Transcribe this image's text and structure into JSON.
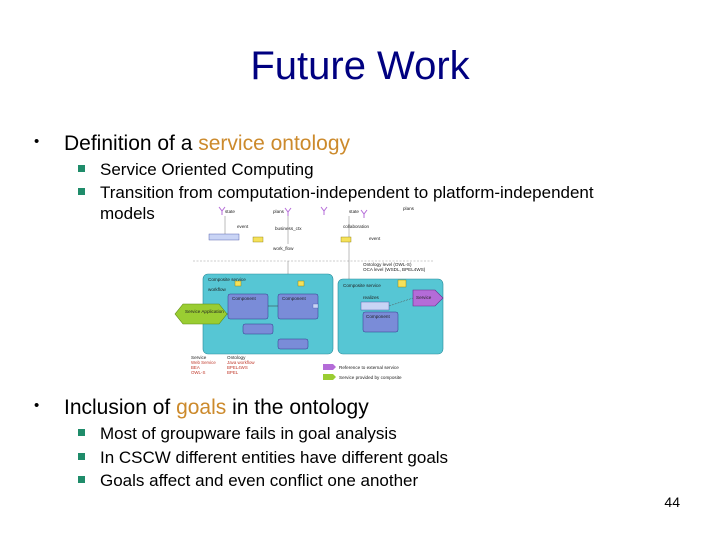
{
  "slide": {
    "title": "Future Work",
    "bullet1": {
      "prefix": "Definition of a ",
      "highlight": "service ontology",
      "subs": [
        "Service Oriented Computing",
        "Transition from computation-independent to platform-independent",
        "models"
      ]
    },
    "bullet2": {
      "prefix": "Inclusion of ",
      "highlight": "goals",
      "suffix": " in the ontology",
      "subs": [
        "Most of groupware fails in goal analysis",
        "In CSCW different entities have different goals",
        "Goals affect and even conflict one another"
      ]
    },
    "page_number": "44"
  },
  "diagram": {
    "labels": {
      "plans": "plans",
      "state": "state",
      "business_ctx": "business_ctx",
      "collaboration": "collaboration",
      "event": "event",
      "work_flow": "work_flow",
      "onto_owl": "Ontology level (OWL-S)",
      "owl_lvl": "OCA level (WSDL, BPEL4WS)",
      "left_box": "Composite service",
      "right_box": "Composite service",
      "component": "Component",
      "workflow": "workflow",
      "realizes": "realizes",
      "service": "Service",
      "green_node": "Service Application",
      "legend1_title": "Service",
      "legend1_items": [
        "Web Service",
        "BEA",
        "OWL-S"
      ],
      "legend2_title": "Ontology",
      "legend2_items": [
        "Java workflow",
        "BPEL4WS",
        "BPEL"
      ],
      "key1": "Reference to external service",
      "key2": "Service provided by composite"
    }
  },
  "colors": {
    "title": "#000080",
    "accent": "#cc8a2c",
    "sub_bullet": "#1f8c6a",
    "panel": "#56c6d4",
    "box_blue": "#7a8cd8",
    "green": "#9acd32",
    "link_purple": "#b46cd8"
  }
}
